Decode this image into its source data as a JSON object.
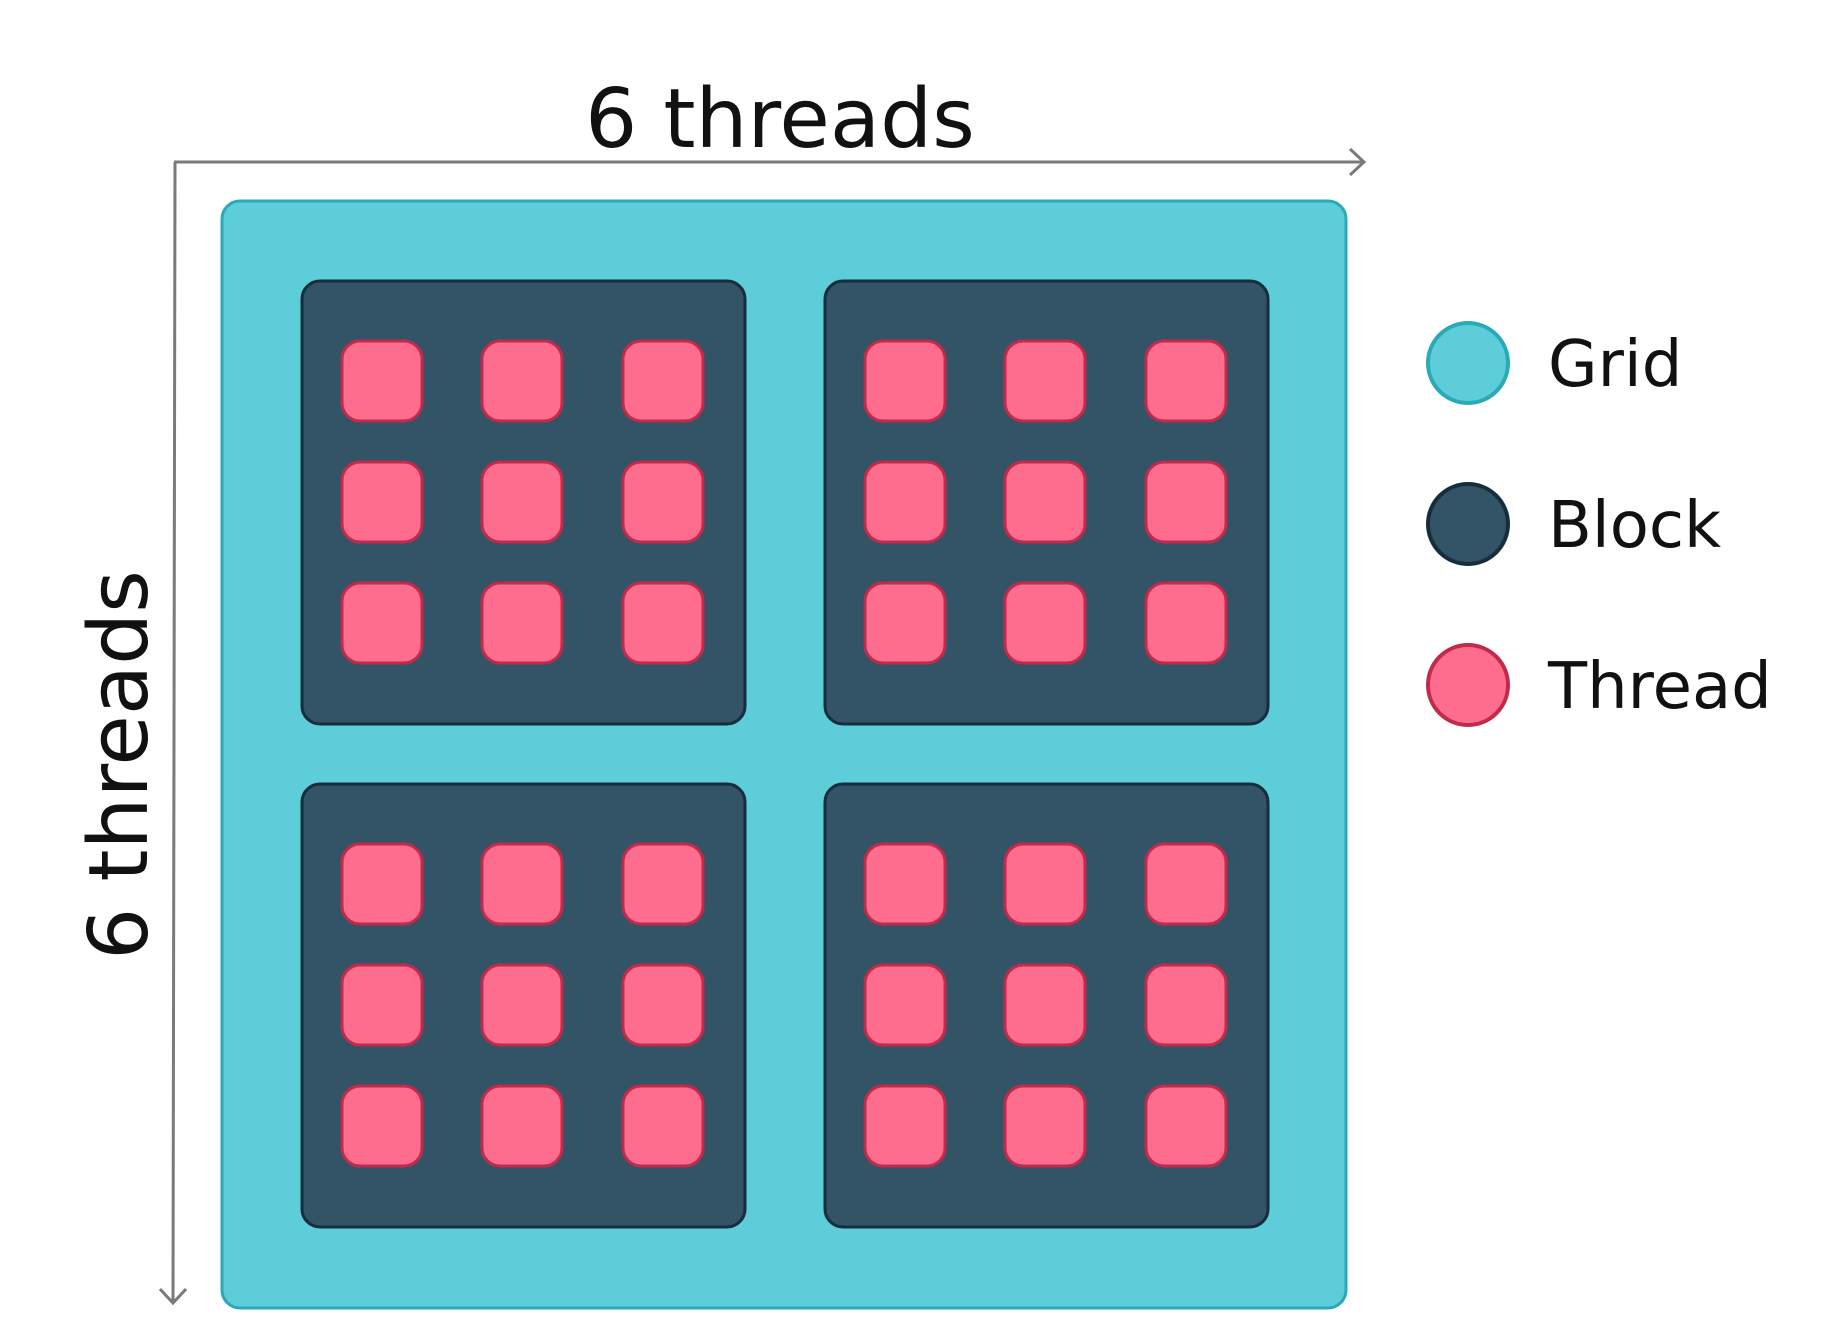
{
  "axes": {
    "x_label": "6 threads",
    "y_label": "6 threads"
  },
  "grid": {
    "blocks": 4,
    "threads_per_block": 9
  },
  "legend": [
    {
      "key": "grid",
      "label": "Grid",
      "fill": "#5ccdd9",
      "stroke": "#2aa9b6"
    },
    {
      "key": "block",
      "label": "Block",
      "fill": "#335366",
      "stroke": "#162d3b"
    },
    {
      "key": "thread",
      "label": "Thread",
      "fill": "#ff6d8e",
      "stroke": "#c22a4b"
    }
  ],
  "colors": {
    "grid_fill": "#5ccdd9",
    "grid_stroke": "#2aa9b6",
    "block_fill": "#335366",
    "block_stroke": "#162d3b",
    "thread_fill": "#ff6d8e",
    "thread_stroke": "#c22a4b",
    "arrow": "#7a7a7a"
  }
}
